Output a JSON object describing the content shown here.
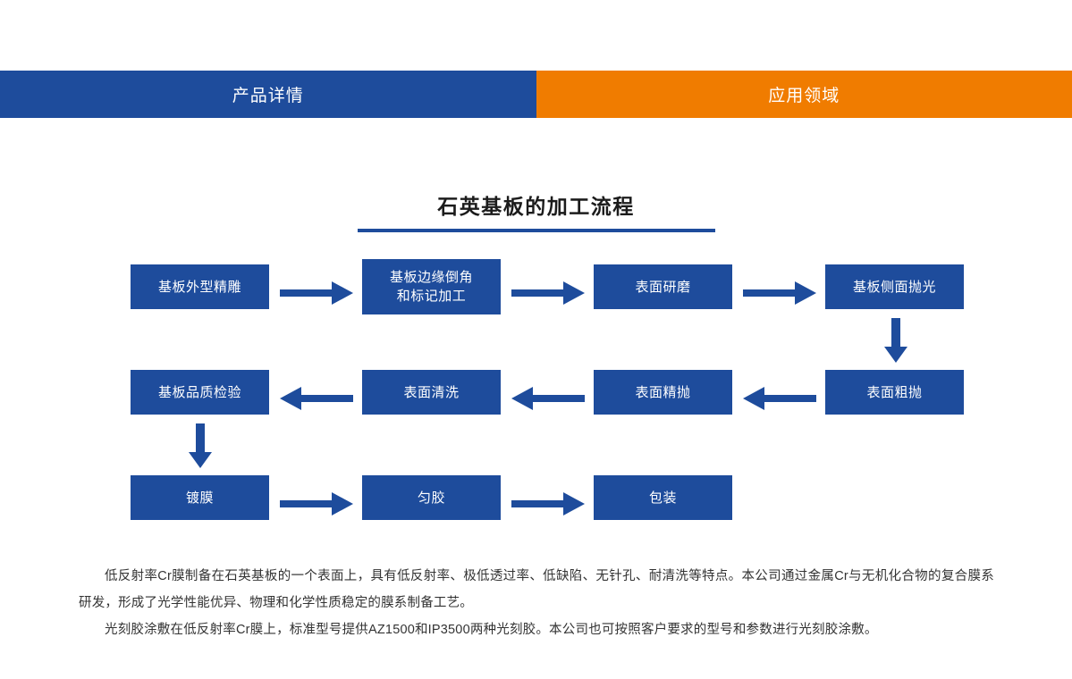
{
  "tabs": [
    {
      "label": "产品详情",
      "active": true,
      "color": "#1e4c9c"
    },
    {
      "label": "应用领域",
      "active": false,
      "color": "#f07c00"
    }
  ],
  "section": {
    "title": "石英基板的加工流程",
    "rule_color": "#1e4c9c"
  },
  "flowchart": {
    "node_color": "#1e4c9c",
    "arrow_color": "#1e4c9c",
    "rows": [
      {
        "direction": "right",
        "nodes": [
          {
            "label": "基板外型精雕"
          },
          {
            "label": "基板边缘倒角\n和标记加工"
          },
          {
            "label": "表面研磨"
          },
          {
            "label": "基板侧面抛光"
          }
        ]
      },
      {
        "direction": "left",
        "nodes": [
          {
            "label": "基板品质检验"
          },
          {
            "label": "表面清洗"
          },
          {
            "label": "表面精抛"
          },
          {
            "label": "表面粗抛"
          }
        ]
      },
      {
        "direction": "right",
        "nodes": [
          {
            "label": "镀膜"
          },
          {
            "label": "匀胶"
          },
          {
            "label": "包装"
          }
        ]
      }
    ],
    "labels": {
      "r1c1": "基板外型精雕",
      "r1c2_line1": "基板边缘倒角",
      "r1c2_line2": "和标记加工",
      "r1c3": "表面研磨",
      "r1c4": "基板侧面抛光",
      "r2c1": "基板品质检验",
      "r2c2": "表面清洗",
      "r2c3": "表面精抛",
      "r2c4": "表面粗抛",
      "r3c1": "镀膜",
      "r3c2": "匀胶",
      "r3c3": "包装"
    }
  },
  "paragraphs": {
    "p1": "低反射率Cr膜制备在石英基板的一个表面上，具有低反射率、极低透过率、低缺陷、无针孔、耐清洗等特点。本公司通过金属Cr与无机化合物的复合膜系研发，形成了光学性能优异、物理和化学性质稳定的膜系制备工艺。",
    "p2": "光刻胶涂敷在低反射率Cr膜上，标准型号提供AZ1500和IP3500两种光刻胶。本公司也可按照客户要求的型号和参数进行光刻胶涂敷。"
  }
}
